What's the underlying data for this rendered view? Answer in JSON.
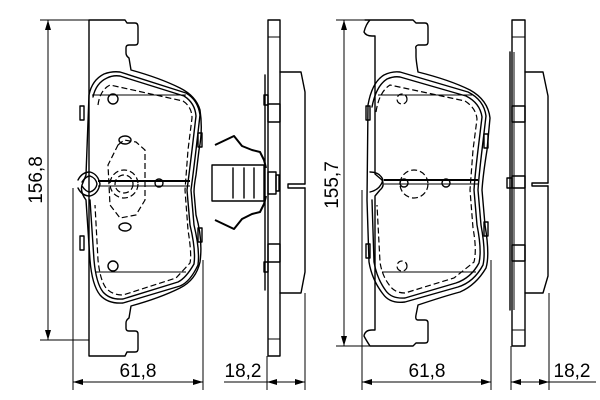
{
  "drawing": {
    "subject": "brake pad set technical drawing",
    "colors": {
      "line": "#000000",
      "background": "#ffffff"
    },
    "pad_left": {
      "height_label": "156,8",
      "width_label": "61,8",
      "thickness_label": "18,2"
    },
    "pad_right": {
      "height_label": "155,7",
      "width_label": "61,8",
      "thickness_label": "18,2"
    }
  }
}
